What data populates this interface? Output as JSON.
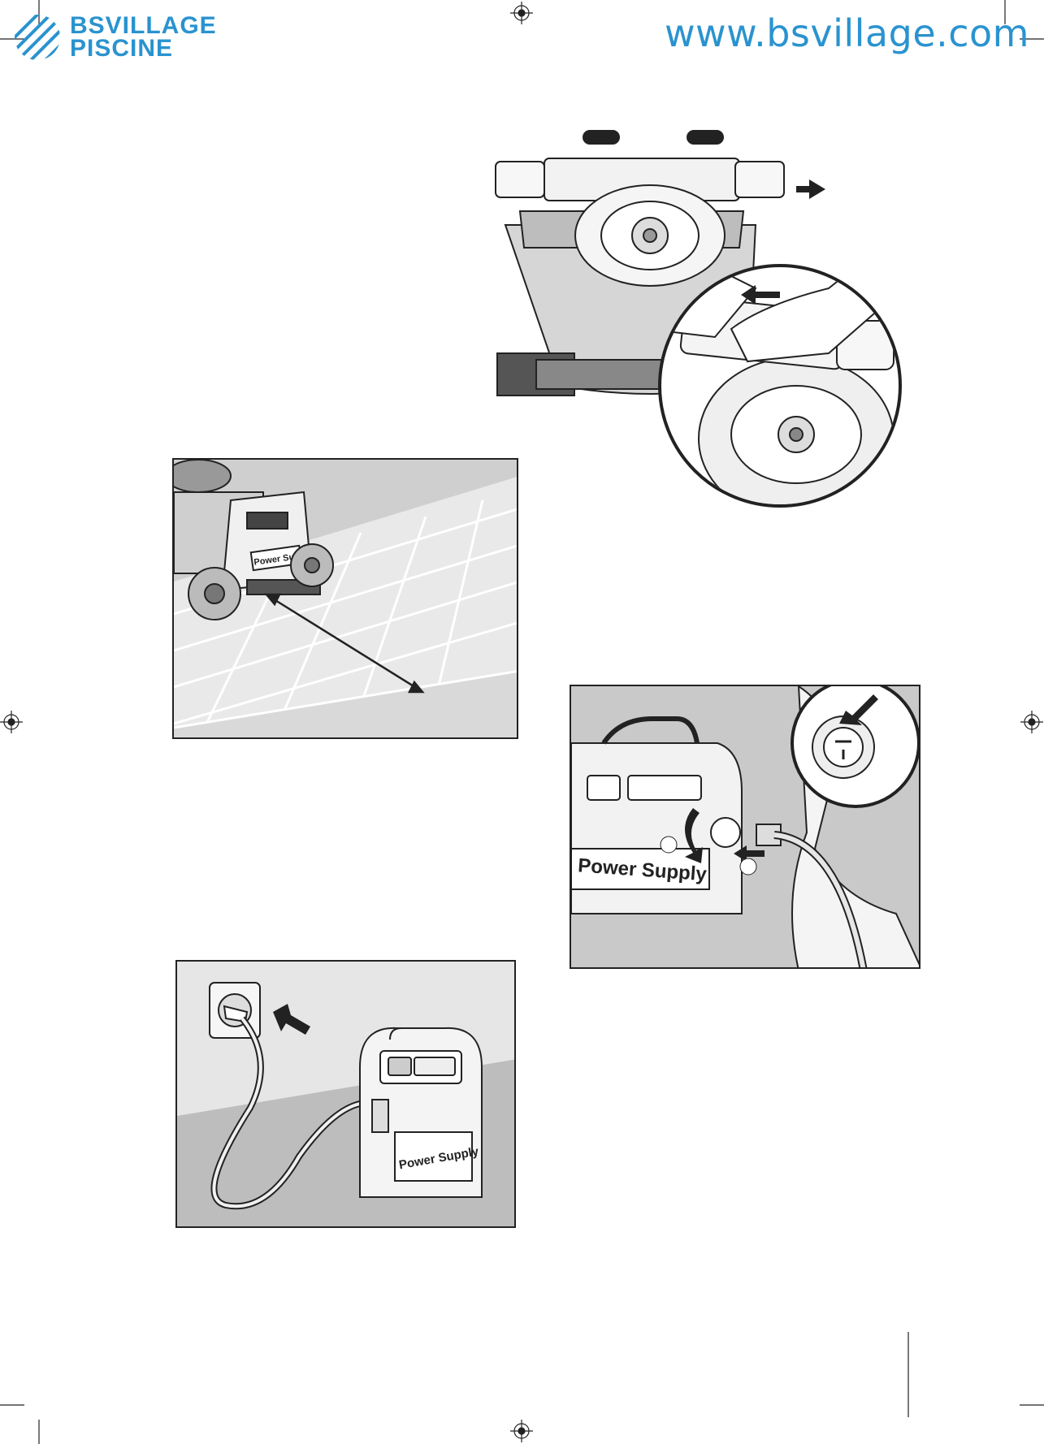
{
  "header": {
    "logo_line1": "BSVILLAGE",
    "logo_line2": "PISCINE",
    "website": "www.bsvillage.com"
  },
  "illustrations": {
    "power_supply_label": "Power Supply"
  },
  "colors": {
    "brand_blue": "#2a93cf",
    "floor_gray": "#c8c8c8",
    "line_dark": "#222222"
  }
}
